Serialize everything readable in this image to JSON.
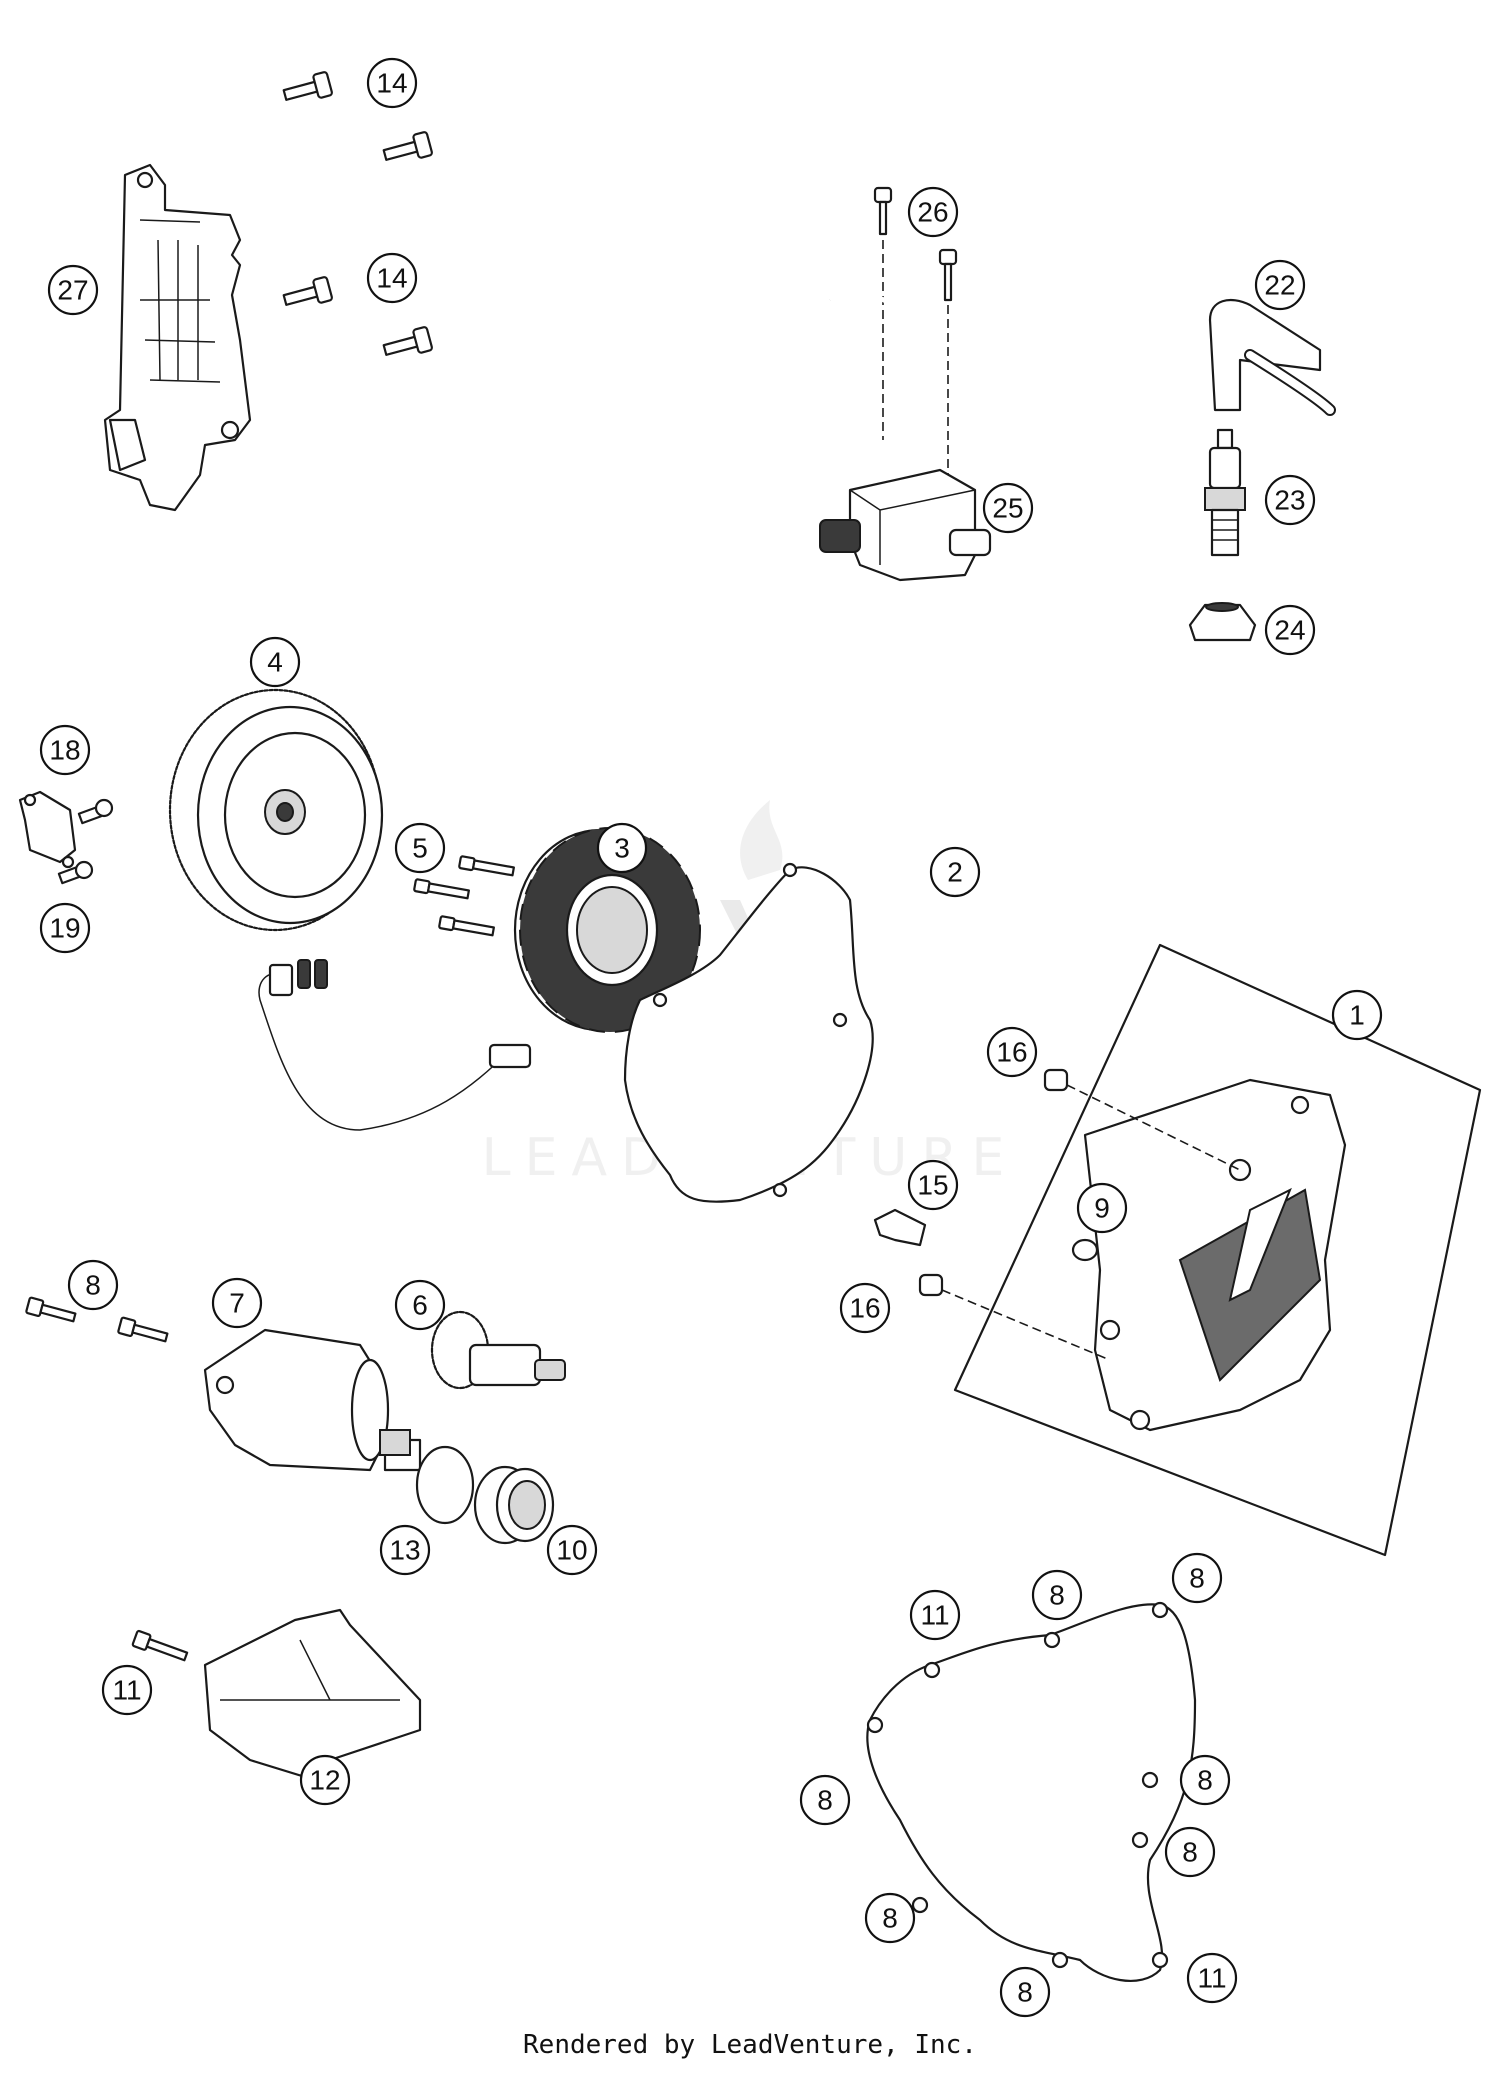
{
  "callouts": [
    {
      "id": "c14a",
      "label": "14"
    },
    {
      "id": "c14b",
      "label": "14"
    },
    {
      "id": "c27",
      "label": "27"
    },
    {
      "id": "c26",
      "label": "26"
    },
    {
      "id": "c22",
      "label": "22"
    },
    {
      "id": "c25",
      "label": "25"
    },
    {
      "id": "c23",
      "label": "23"
    },
    {
      "id": "c24",
      "label": "24"
    },
    {
      "id": "c4",
      "label": "4"
    },
    {
      "id": "c18",
      "label": "18"
    },
    {
      "id": "c19",
      "label": "19"
    },
    {
      "id": "c5",
      "label": "5"
    },
    {
      "id": "c3",
      "label": "3"
    },
    {
      "id": "c2",
      "label": "2"
    },
    {
      "id": "c1",
      "label": "1"
    },
    {
      "id": "c16a",
      "label": "16"
    },
    {
      "id": "c9",
      "label": "9"
    },
    {
      "id": "c15",
      "label": "15"
    },
    {
      "id": "c16b",
      "label": "16"
    },
    {
      "id": "c8a",
      "label": "8"
    },
    {
      "id": "c7",
      "label": "7"
    },
    {
      "id": "c6",
      "label": "6"
    },
    {
      "id": "c13",
      "label": "13"
    },
    {
      "id": "c10",
      "label": "10"
    },
    {
      "id": "c11a",
      "label": "11"
    },
    {
      "id": "c12",
      "label": "12"
    },
    {
      "id": "c11b",
      "label": "11"
    },
    {
      "id": "c8b",
      "label": "8"
    },
    {
      "id": "c8c",
      "label": "8"
    },
    {
      "id": "c8d",
      "label": "8"
    },
    {
      "id": "c8e",
      "label": "8"
    },
    {
      "id": "c8f",
      "label": "8"
    },
    {
      "id": "c8g",
      "label": "8"
    },
    {
      "id": "c8h",
      "label": "8"
    },
    {
      "id": "c11c",
      "label": "11"
    }
  ],
  "watermark": "LEADVENTURE",
  "footer": "Rendered by LeadVenture, Inc."
}
